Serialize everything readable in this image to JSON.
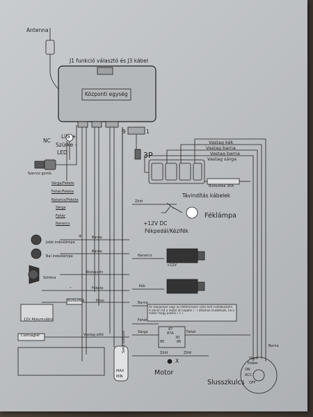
{
  "labels": {
    "antenna": "Antenna",
    "j1": "J1 funkció választó és J3 kábel",
    "central_unit": "Központi egység",
    "nc": "NC",
    "lila": "Lila +",
    "szurke": "Szürke -",
    "led": "LED",
    "service_button": "Szerviz gomb",
    "pin9": "9",
    "pin1": "1",
    "3p": "3P",
    "vastag_kek": "Vastag kék",
    "vastag_barna1": "Vastag barna",
    "vastag_barna2": "Vastag barna",
    "vastag_sarga": "Vastag sárga",
    "fuse": "Biztosíték 30A",
    "remote_cables": "Távindítás kábelek",
    "sarga_fekete": "Sárga/Fekete",
    "feher_fekete": "Fehér/Fekete",
    "narancs_fekete": "Narancs/Fekete",
    "sarga": "Sárga",
    "feher": "Fehér",
    "narancs": "Narancs",
    "zold": "Zöld",
    "plus12dc": "+12V DC",
    "feklampa": "Féklámpa",
    "fekpedal": "Fékpedál/Kézifék",
    "barna1": "Barna",
    "jobb_index": "Jobb indexlámpa",
    "barna2": "Barna",
    "bal_index": "Bal indexlámpa",
    "rozsaszin": "Rózsaszín",
    "sziren": "Sziréna",
    "narancs2": "Narancs",
    "plus12v": "+12V",
    "kek": "Kék",
    "fekete": "Fekete",
    "biztositek_small": "Biztosíték",
    "piros": "Piros",
    "akkumulator": "12V Akkumulátor",
    "barna3": "Barna",
    "note": "Az alapjumpe vagy az elektromotor színe kell csatlakoztatni. A színen fut a motor át negatív ( - ) álláshoz mutatkozik, ha a motor megy pozitív ( + )",
    "feher2": "Fehér",
    "sarga2": "Sárga",
    "feher3": "Fehér",
    "zold2": "Zöld",
    "zold3": "Zöld",
    "r87": "87",
    "r87a": "87A",
    "r30": "30",
    "r85": "85",
    "r86": "86",
    "x": "X",
    "motor": "Motor",
    "ajtomagter": "Csomagtér",
    "vastag_zold": "Vastag zöld",
    "barna4": "Barna",
    "start": "Start",
    "power": "Power",
    "on": "ON",
    "acc": "ACC",
    "off": "OFF",
    "slusszkulcs": "Slusszkulcs",
    "sensor_label": "Sokk szenzor",
    "sensor_max": "MAX",
    "sensor_min": "MIN",
    "plus_sign": "+",
    "minus_sign": "-"
  },
  "colors": {
    "paper": "#c3c6c9",
    "ink": "#1e1e1e"
  }
}
